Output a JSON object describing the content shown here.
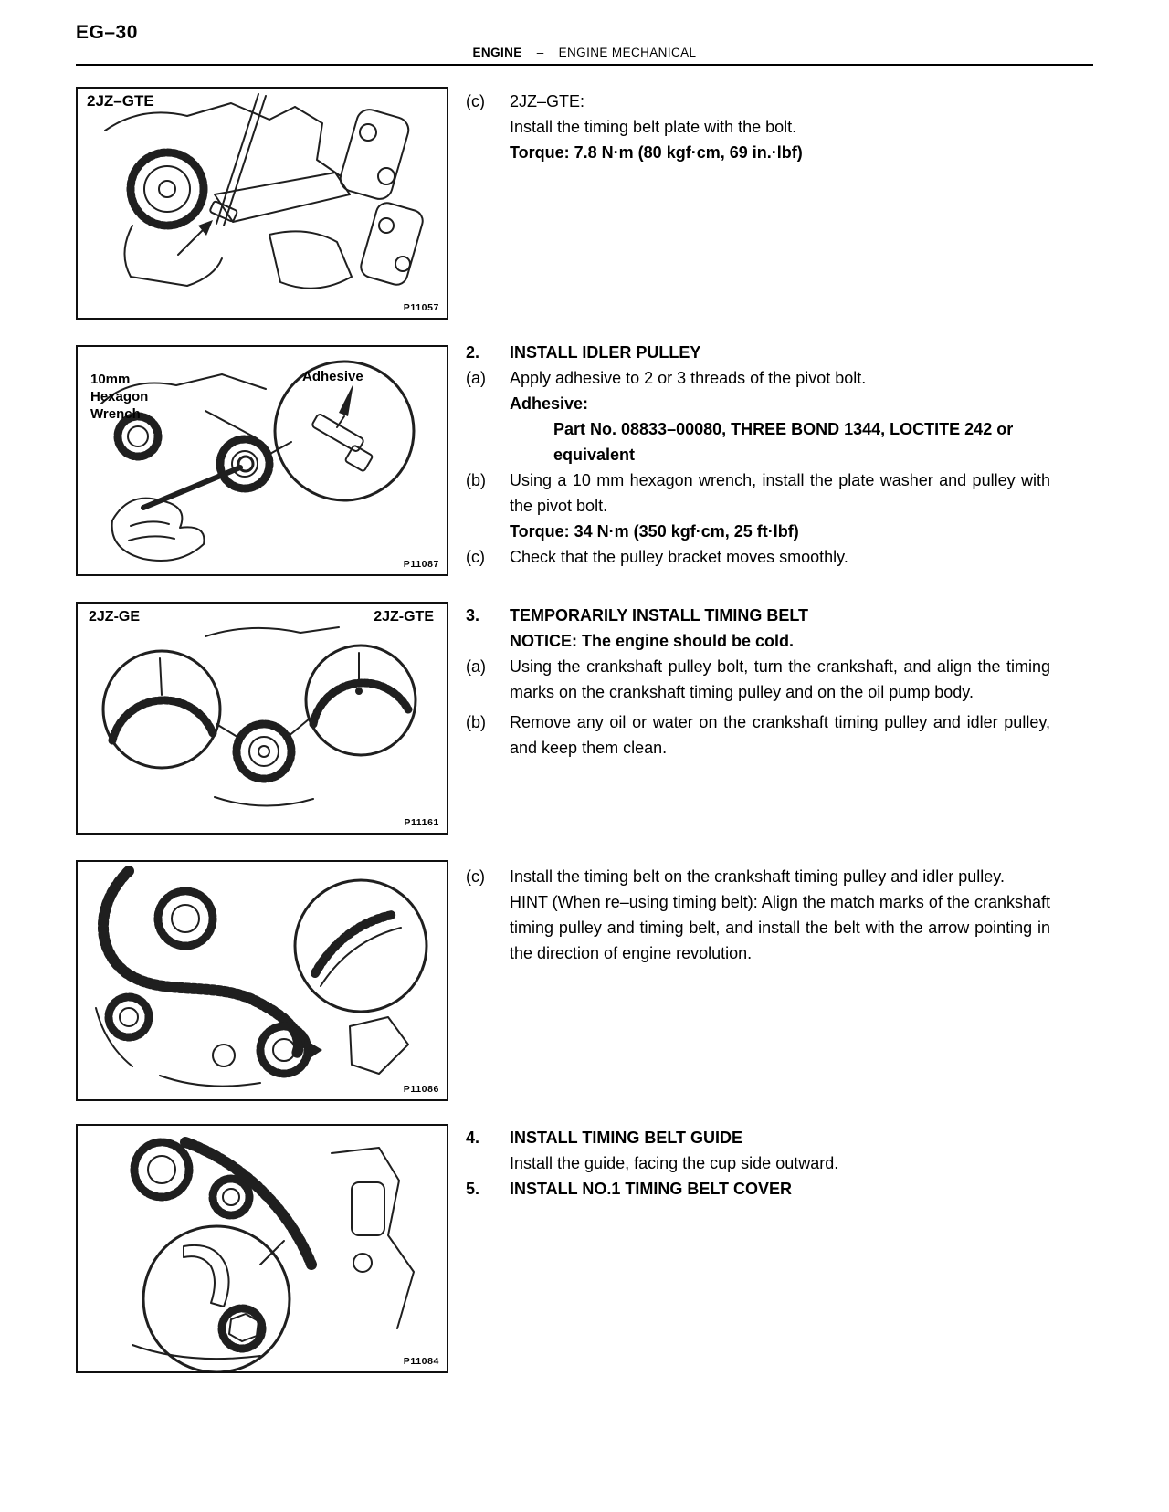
{
  "page": {
    "number": "EG–30"
  },
  "header": {
    "section": "ENGINE",
    "dash": "–",
    "title": "ENGINE MECHANICAL"
  },
  "figures": {
    "f1": {
      "label": "2JZ–GTE",
      "code": "P11057"
    },
    "f2": {
      "tool": "10mm\nHexagon\nWrench",
      "callout": "Adhesive",
      "code": "P11087"
    },
    "f3": {
      "left": "2JZ-GE",
      "right": "2JZ-GTE",
      "code": "P11161"
    },
    "f4": {
      "code": "P11086"
    },
    "f5": {
      "code": "P11084"
    }
  },
  "content": {
    "c1": {
      "marker": "(c)",
      "title": "2JZ–GTE:",
      "line": "Install the timing belt plate with the bolt.",
      "torque": "Torque: 7.8 N·m (80 kgf·cm, 69 in.·lbf)"
    },
    "s2": {
      "num": "2.",
      "title": "INSTALL IDLER PULLEY",
      "a_marker": "(a)",
      "a_text": "Apply adhesive to 2 or 3 threads of the pivot bolt.",
      "adhesive": "Adhesive:",
      "part": "Part No. 08833–00080, THREE BOND 1344, LOCTITE 242 or equivalent",
      "b_marker": "(b)",
      "b_text": "Using a 10 mm hexagon wrench, install the plate washer and pulley with the pivot bolt.",
      "b_torque": "Torque: 34 N·m (350 kgf·cm, 25 ft·lbf)",
      "c_marker": "(c)",
      "c_text": "Check that the pulley bracket moves smoothly."
    },
    "s3": {
      "num": "3.",
      "title": "TEMPORARILY INSTALL TIMING BELT",
      "notice": "NOTICE: The engine should be cold.",
      "a_marker": "(a)",
      "a_text": "Using the crankshaft pulley bolt, turn the crankshaft, and align the timing marks on the crankshaft timing pulley and on the oil pump body.",
      "b_marker": "(b)",
      "b_text": "Remove any oil or water on the crankshaft timing pulley and idler pulley, and keep them clean."
    },
    "c4": {
      "marker": "(c)",
      "text": "Install the timing belt on the crankshaft timing pulley and idler pulley.",
      "hint": "HINT (When re–using timing belt): Align the match marks of the crankshaft timing pulley and timing belt, and install the belt with the arrow pointing in the direction of engine revolution."
    },
    "s4": {
      "num": "4.",
      "title": "INSTALL TIMING BELT GUIDE",
      "text": "Install the guide, facing the cup side outward."
    },
    "s5": {
      "num": "5.",
      "title": "INSTALL NO.1 TIMING BELT COVER"
    }
  }
}
